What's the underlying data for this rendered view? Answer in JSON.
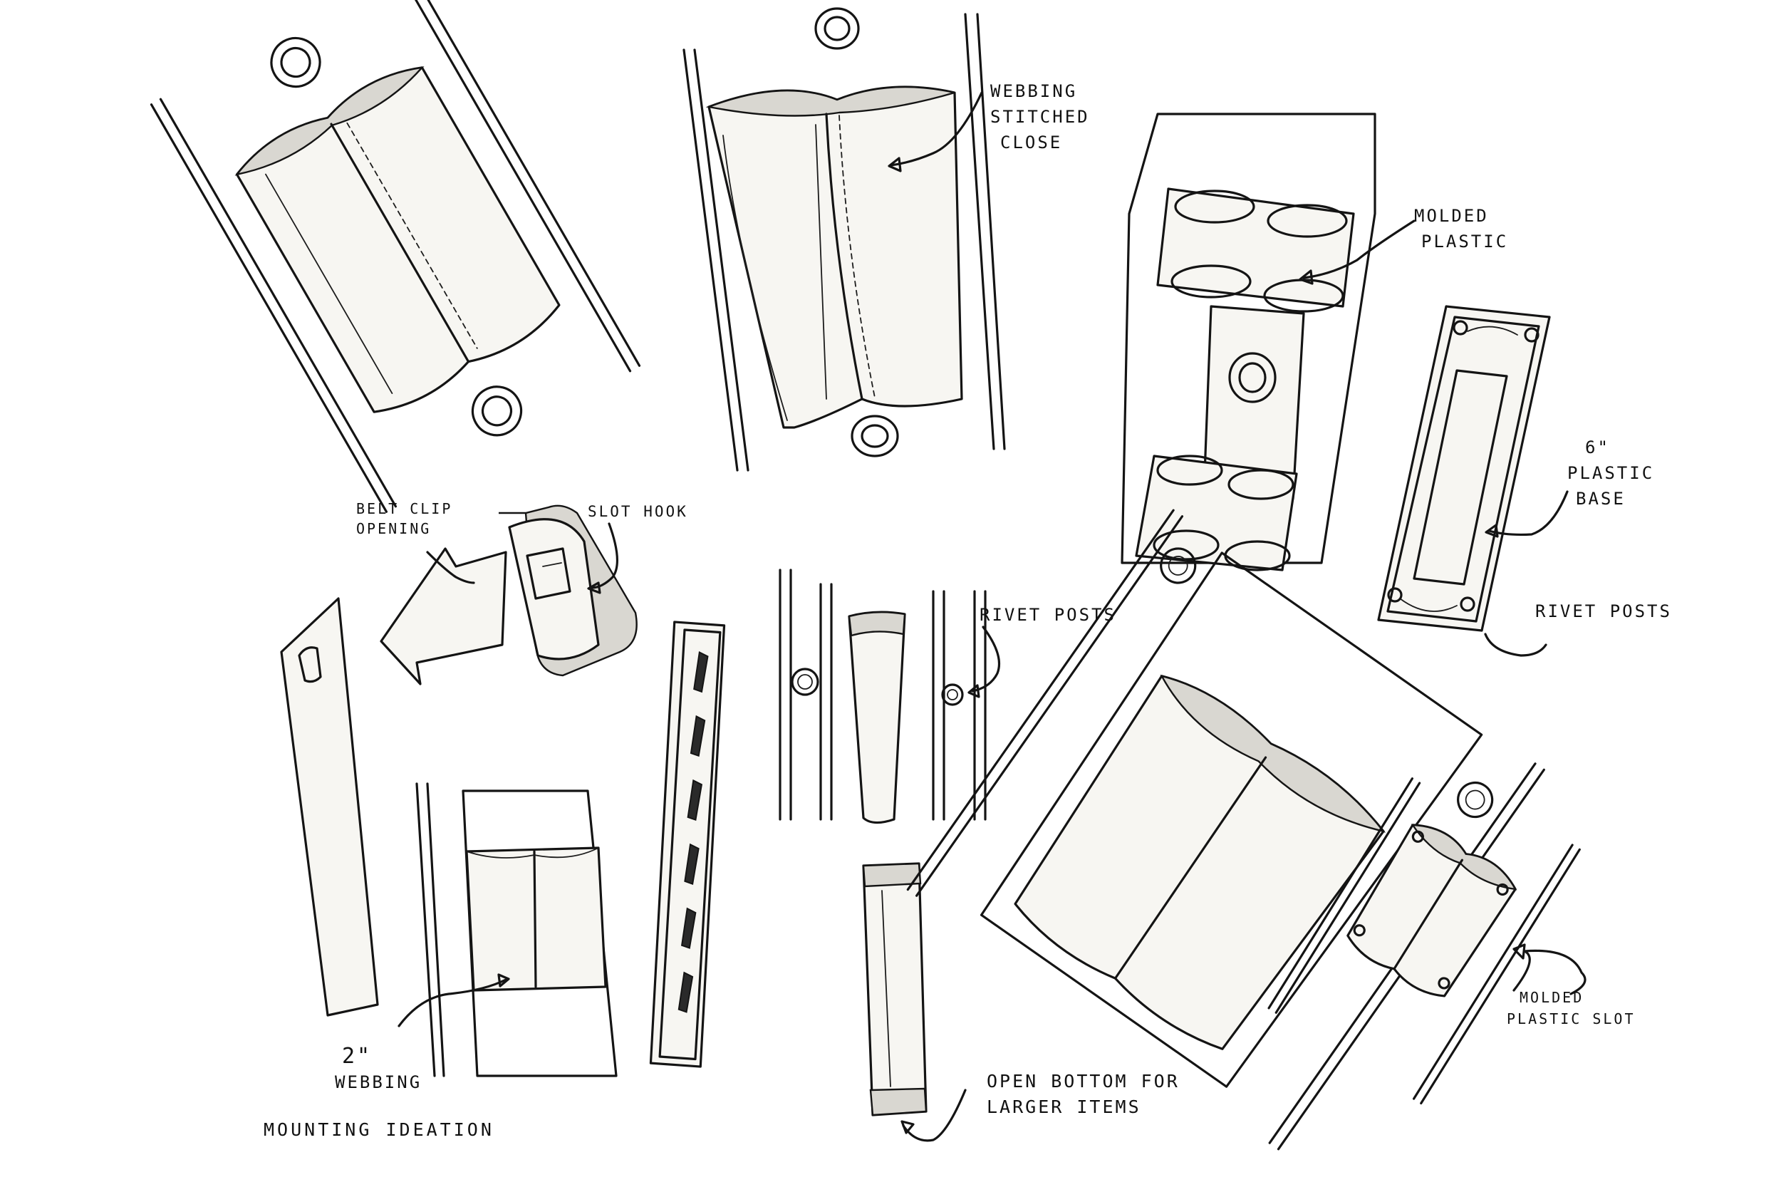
{
  "annotations": {
    "webbing_stitched_closed": [
      "WEBBING",
      "STITCHED",
      "CLOSE"
    ],
    "molded_plastic": [
      "MOLDED",
      "PLASTIC"
    ],
    "plastic_base": [
      "6\"",
      "PLASTIC",
      "BASE"
    ],
    "rivet_posts_right": "RIVET POSTS",
    "belt_clip_opening": [
      "BELT CLIP",
      "OPENING"
    ],
    "slot_hook": "SLOT HOOK",
    "rivet_posts_center": "RIVET POSTS",
    "webbing_2in": [
      "2\"",
      "WEBBING"
    ],
    "mounting_ideation": "MOUNTING IDEATION",
    "open_bottom": [
      "OPEN BOTTOM FOR",
      "LARGER ITEMS"
    ],
    "molded_plastic_slot": [
      "MOLDED",
      "PLASTIC SLOT"
    ]
  },
  "colors": {
    "ink": "#141414",
    "paper": "#f7f6f2",
    "background": "#ffffff"
  }
}
